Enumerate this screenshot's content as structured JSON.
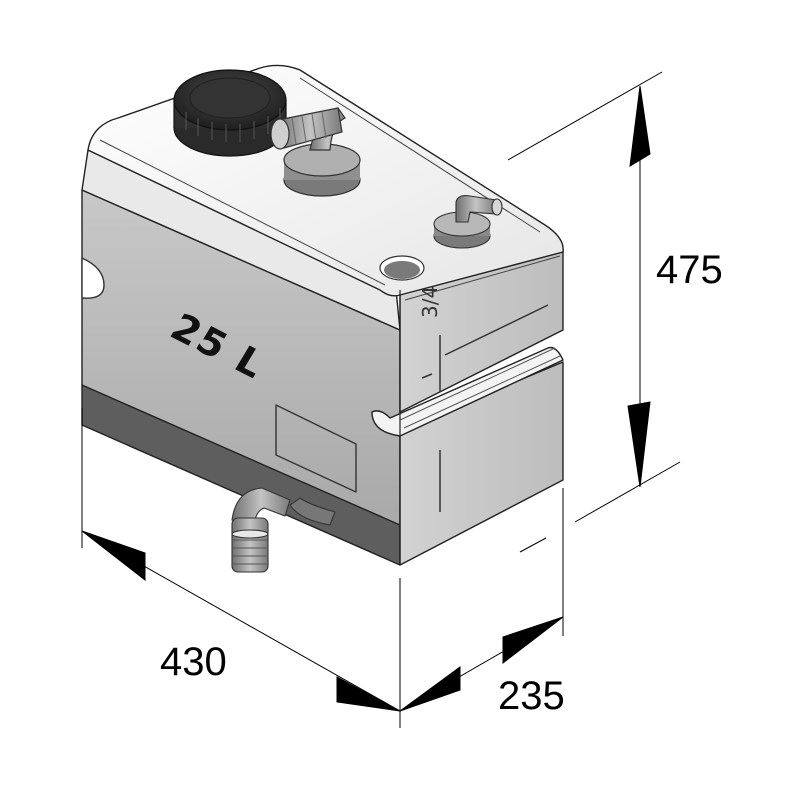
{
  "drawing": {
    "subject": "waste water tank",
    "capacity_label": "25 L",
    "level_mark_label": "3/4",
    "dimensions": {
      "height": {
        "value": "475",
        "axis": "vertical"
      },
      "length": {
        "value": "430",
        "axis": "front-left"
      },
      "depth": {
        "value": "235",
        "axis": "front-right"
      }
    },
    "parts": [
      {
        "name": "filler-cap",
        "color": "#2b2b2b"
      },
      {
        "name": "inlet-elbow-hose-tail",
        "color": "#9a9a9a"
      },
      {
        "name": "vent-elbow-hose-tail",
        "color": "#8c8c8c"
      },
      {
        "name": "sensor-port-hole",
        "color": "#7a7a7a"
      },
      {
        "name": "outlet-elbow-hose-tail",
        "color": "#8f8f8f"
      }
    ],
    "colors": {
      "tank_top": "#f2f2f2",
      "tank_left_face": "#b9b9b9",
      "tank_right_face": "#c9c9c9",
      "tank_base": "#5e5e5e",
      "dimension_lines": "#000000"
    }
  }
}
